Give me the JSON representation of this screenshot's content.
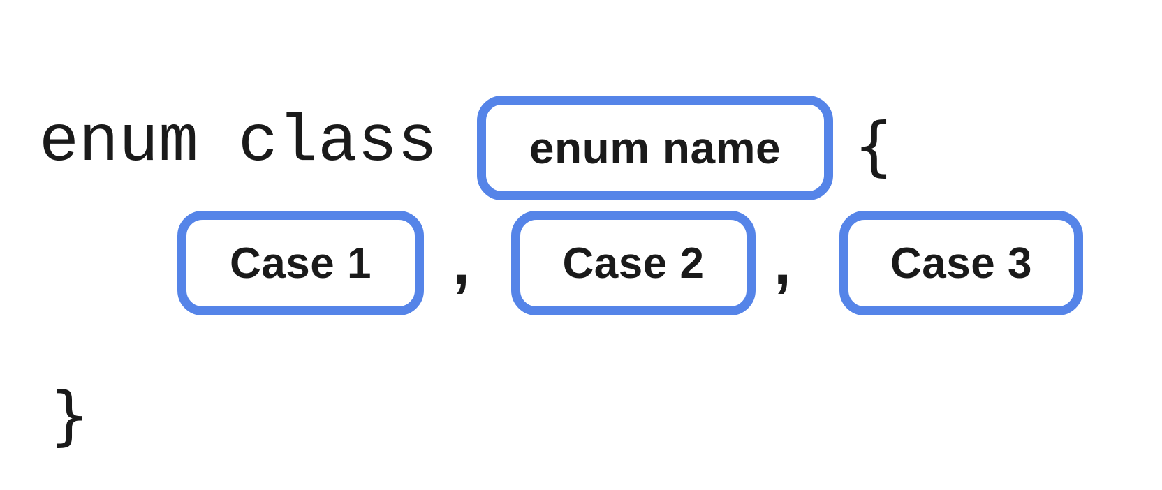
{
  "syntax": {
    "keyword": "enum class",
    "open_brace": "{",
    "close_brace": "}",
    "comma": ",",
    "name_placeholder": {
      "label": "enum name"
    },
    "cases": [
      {
        "label": "Case 1"
      },
      {
        "label": "Case 2"
      },
      {
        "label": "Case 3"
      }
    ]
  },
  "colors": {
    "box_border": "#5584E8",
    "text": "#1A1A1A",
    "background": "#FFFFFF"
  }
}
